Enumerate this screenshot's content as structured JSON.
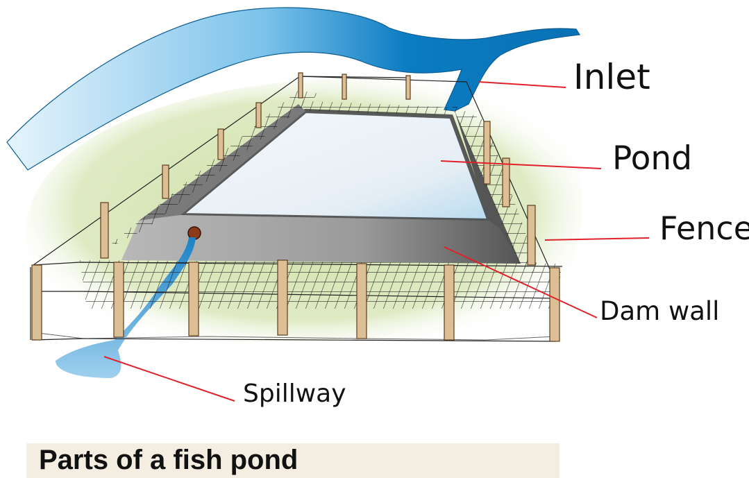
{
  "diagram": {
    "labels": {
      "inlet": "Inlet",
      "pond": "Pond",
      "fence": "Fence",
      "dam_wall": "Dam wall",
      "spillway": "Spillway"
    },
    "caption": "Parts of a fish pond",
    "colors": {
      "water": "#0a7cc2",
      "water_light": "#d6ecf8",
      "ground": "#d9e6b8",
      "dam_wall": "#8a8a8a",
      "fence_post": "#d9b88a",
      "leader_line": "#e0202a",
      "caption_bg": "#f3ede2"
    }
  }
}
